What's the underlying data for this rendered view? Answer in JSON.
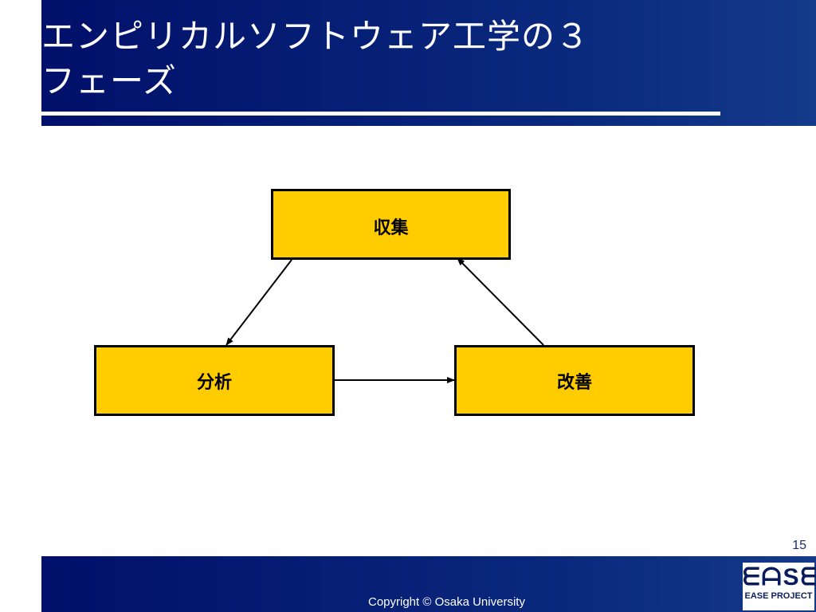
{
  "slide": {
    "title": "エンピリカルソフトウェア工学の３\nフェーズ",
    "page_number": "15",
    "copyright": "Copyright ©  Osaka University",
    "logo_text": "EASE PROJECT"
  },
  "diagram": {
    "nodes": [
      {
        "id": "collect",
        "label": "収集"
      },
      {
        "id": "analyze",
        "label": "分析"
      },
      {
        "id": "improve",
        "label": "改善"
      }
    ],
    "edges": [
      {
        "from": "collect",
        "to": "analyze"
      },
      {
        "from": "analyze",
        "to": "improve"
      },
      {
        "from": "improve",
        "to": "collect"
      }
    ]
  },
  "colors": {
    "band": "#01106a",
    "box_fill": "#ffcc00",
    "box_border": "#000000"
  },
  "icons": {
    "logo": "ease-logo"
  }
}
